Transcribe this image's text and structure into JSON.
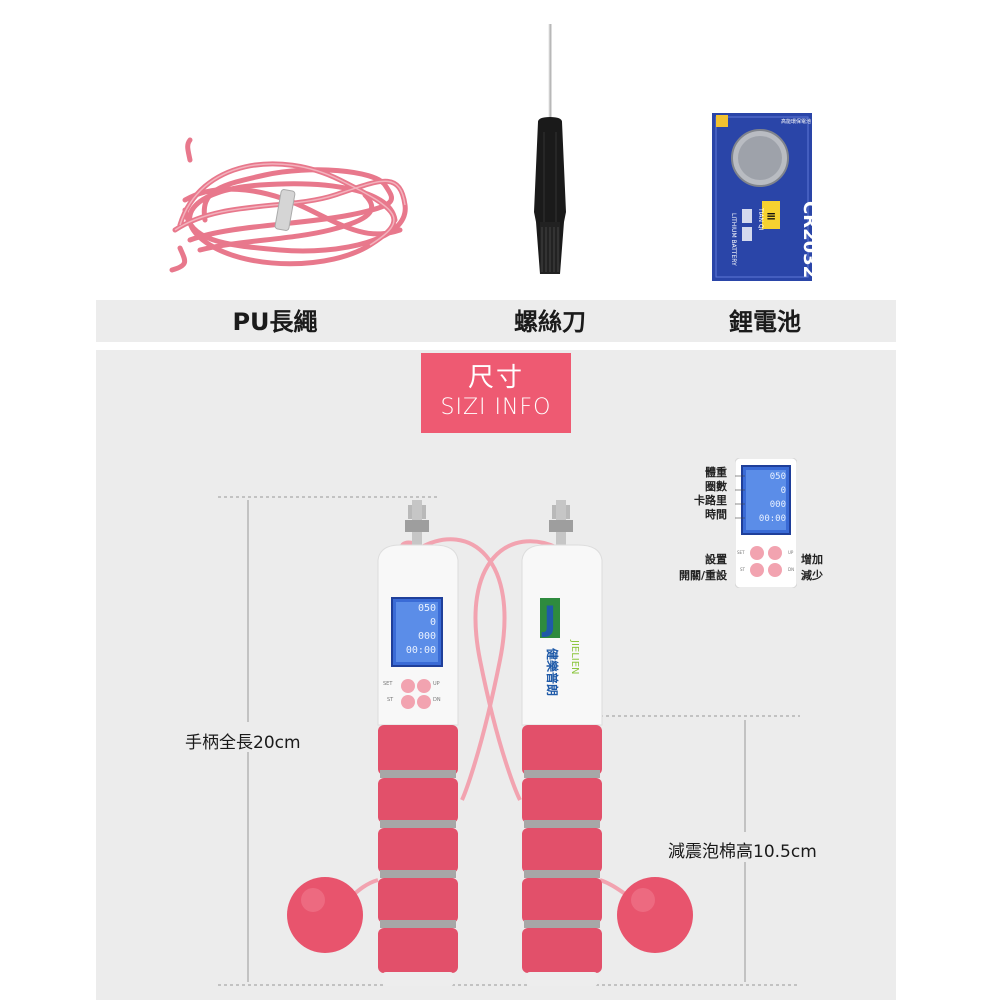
{
  "accessories": [
    {
      "label": "PU長繩"
    },
    {
      "label": "螺絲刀"
    },
    {
      "label": "鋰電池"
    }
  ],
  "battery": {
    "model": "CR2032",
    "type": "LITHIUM BATTERY",
    "brand_cn": "實能天期",
    "brand_en": "TIAN QI",
    "top_text": "高能環保電池"
  },
  "size_tag": {
    "title": "尺寸",
    "subtitle": "SIZI INFO"
  },
  "dimensions": {
    "handle_length": "手柄全長20cm",
    "foam_height": "減震泡棉高10.5cm"
  },
  "display_legend": {
    "rows": [
      "體重",
      "圈數",
      "卡路里",
      "時間"
    ],
    "button_left_top": "設置",
    "button_left_bottom": "開關/重設",
    "button_right_top": "增加",
    "button_right_bottom": "減少"
  },
  "lcd": {
    "line1": "050",
    "line2": "0",
    "line3": "000",
    "line4": "00:00"
  },
  "buttons": {
    "set": "SET",
    "up": "UP",
    "st": "ST",
    "dn": "DN"
  },
  "logo": {
    "brand_en": "JIELIEN",
    "brand_cn": "健樂普朗"
  },
  "colors": {
    "pink": "#ee5a72",
    "foam": "#e2506a",
    "rope": "#f2a3b0",
    "lcd": "#3a6bd6",
    "panel": "#ececec"
  }
}
